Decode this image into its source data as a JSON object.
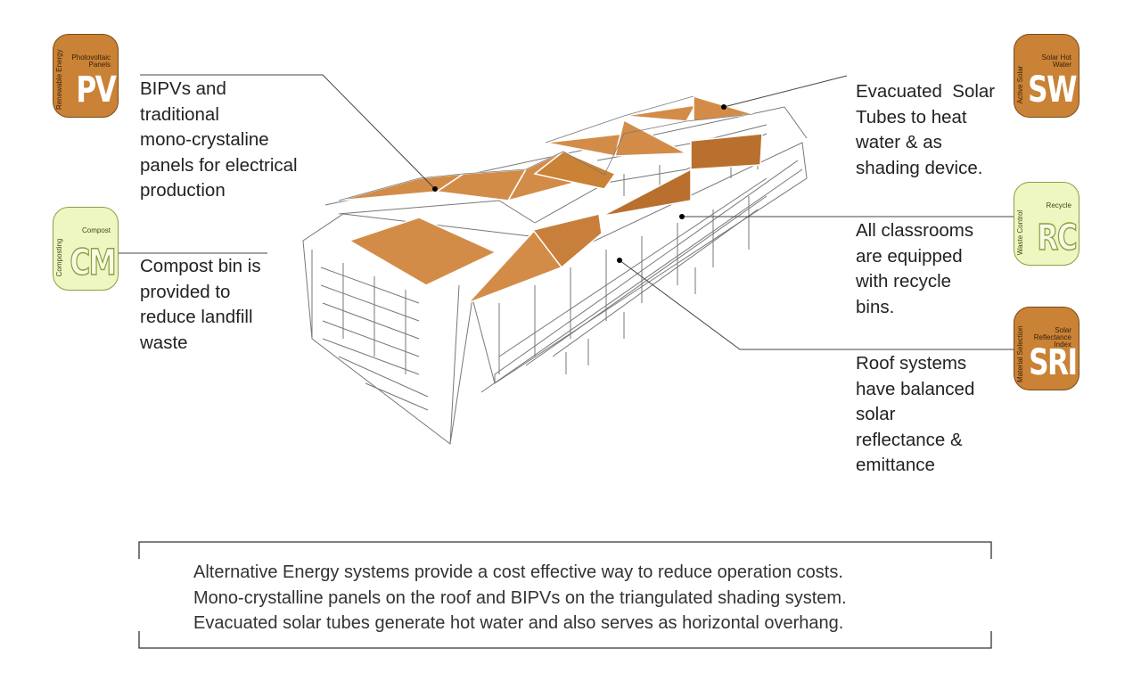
{
  "badges": {
    "pv": {
      "top": "Photovoltaic Panels",
      "side": "Renewable Energy",
      "abbr": "PV"
    },
    "cm": {
      "top": "Compost",
      "side": "Composting",
      "abbr": "CM"
    },
    "sw": {
      "top": "Solar Hot Water",
      "side": "Active Solar",
      "abbr": "SW"
    },
    "rc": {
      "top": "Recycle",
      "side": "Waste Control",
      "abbr": "RC"
    },
    "sri": {
      "top": "Solar Reflectance Index",
      "side": "Material Selection",
      "abbr": "SRI"
    }
  },
  "captions": {
    "pv": [
      "BIPVs and",
      "traditional",
      "mono-crystaline",
      "panels for electrical",
      "production"
    ],
    "cm": [
      "Compost bin is",
      "provided to",
      "reduce landfill",
      "waste"
    ],
    "sw": [
      "Evacuated  Solar",
      "Tubes to heat",
      "water & as",
      "shading device."
    ],
    "rc": [
      "All classrooms",
      "are equipped",
      "with recycle",
      "bins."
    ],
    "sri": [
      "Roof systems",
      "have balanced",
      "solar",
      "reflectance &",
      "emittance"
    ]
  },
  "footer": [
    "Alternative Energy systems provide a cost effective way to reduce operation costs.",
    "Mono-crystalline panels on the roof and BIPVs on the triangulated shading system.",
    "Evacuated solar tubes generate hot water and also serves as horizontal overhang."
  ],
  "colors": {
    "badge_orange": "#c98236",
    "badge_green": "#eef6c2",
    "roof": "#d38c48",
    "roof_dark": "#b9702e"
  }
}
